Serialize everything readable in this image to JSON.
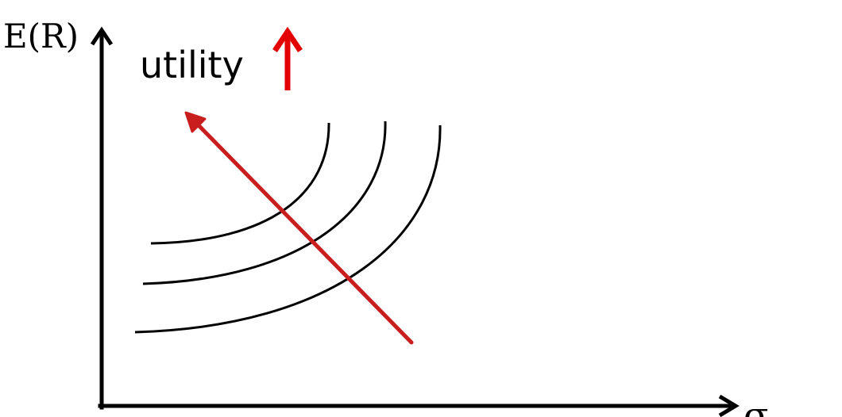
{
  "diagram": {
    "y_axis_label": "E(R)",
    "x_axis_label": "σ",
    "annotation_label": "utility",
    "indifference_curve_count": 3,
    "colors": {
      "curves": "#000000",
      "axes": "#000000",
      "direction_arrow": "#c81e1e",
      "utility_up_arrow": "#e30000",
      "background": "#ffffff"
    },
    "icons": {
      "utility_indicator": "arrow-up-icon",
      "direction_indicator": "diagonal-arrow-icon"
    }
  }
}
